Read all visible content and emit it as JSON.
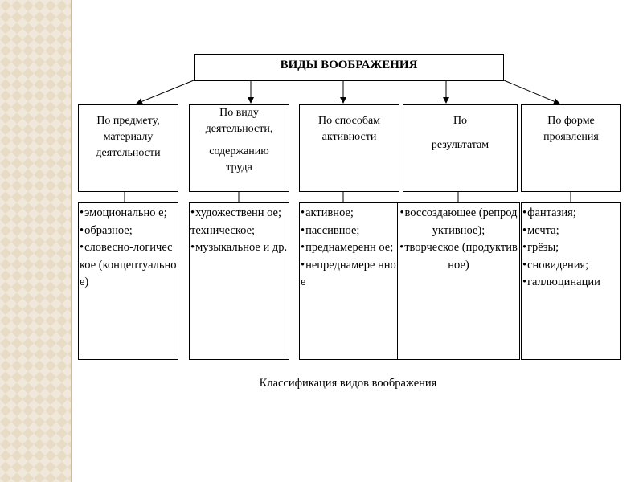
{
  "root": {
    "title": "ВИДЫ ВООБРАЖЕНИЯ"
  },
  "categories": [
    {
      "lines": [
        "По предмету,",
        "материалу",
        "деятельности"
      ]
    },
    {
      "lines": [
        "По виду",
        "деятельности,",
        "",
        "содержанию",
        "труда"
      ]
    },
    {
      "lines": [
        "По способам",
        "активности"
      ]
    },
    {
      "lines": [
        "По",
        "",
        "результатам"
      ]
    },
    {
      "lines": [
        "По форме",
        "проявления"
      ]
    }
  ],
  "lists": [
    {
      "items": [
        "эмоционально е;",
        "образное;",
        "словесно-логическое (концептуально е)"
      ]
    },
    {
      "items": [
        "художественн ое;",
        "техническое;",
        "музыкальное и др."
      ]
    },
    {
      "items": [
        "активное;",
        "пассивное;",
        "преднамеренн ое;",
        "непреднамере нное"
      ]
    },
    {
      "items": [
        "воссоздающее (репродуктивное);",
        "творческое (продуктивное)"
      ]
    },
    {
      "items": [
        "фантазия;",
        "мечта;",
        "грёзы;",
        "сновидения;",
        "галлюцинации"
      ]
    }
  ],
  "caption": "Классификация видов воображения"
}
